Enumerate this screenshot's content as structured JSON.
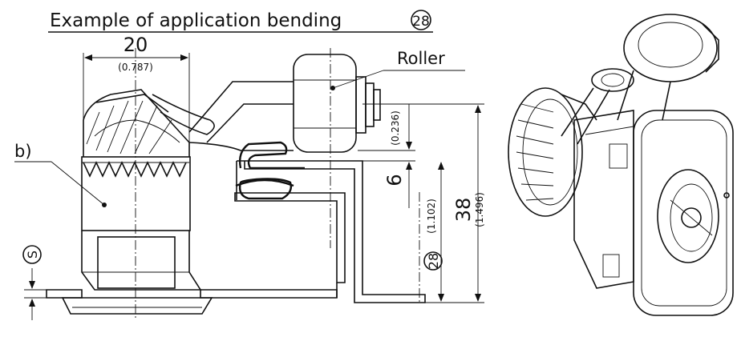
{
  "title": "Example of application bending",
  "title_ref": "28",
  "labels": {
    "roller": "Roller",
    "b": "b)",
    "s": "S"
  },
  "dimensions": {
    "width_mm": "20",
    "width_in": "(0.787)",
    "gap_mm": "6",
    "gap_in": "(0.236)",
    "bend_ref": "28",
    "bend_in": "(1.102)",
    "height_mm": "38",
    "height_in": "(1.496)"
  }
}
